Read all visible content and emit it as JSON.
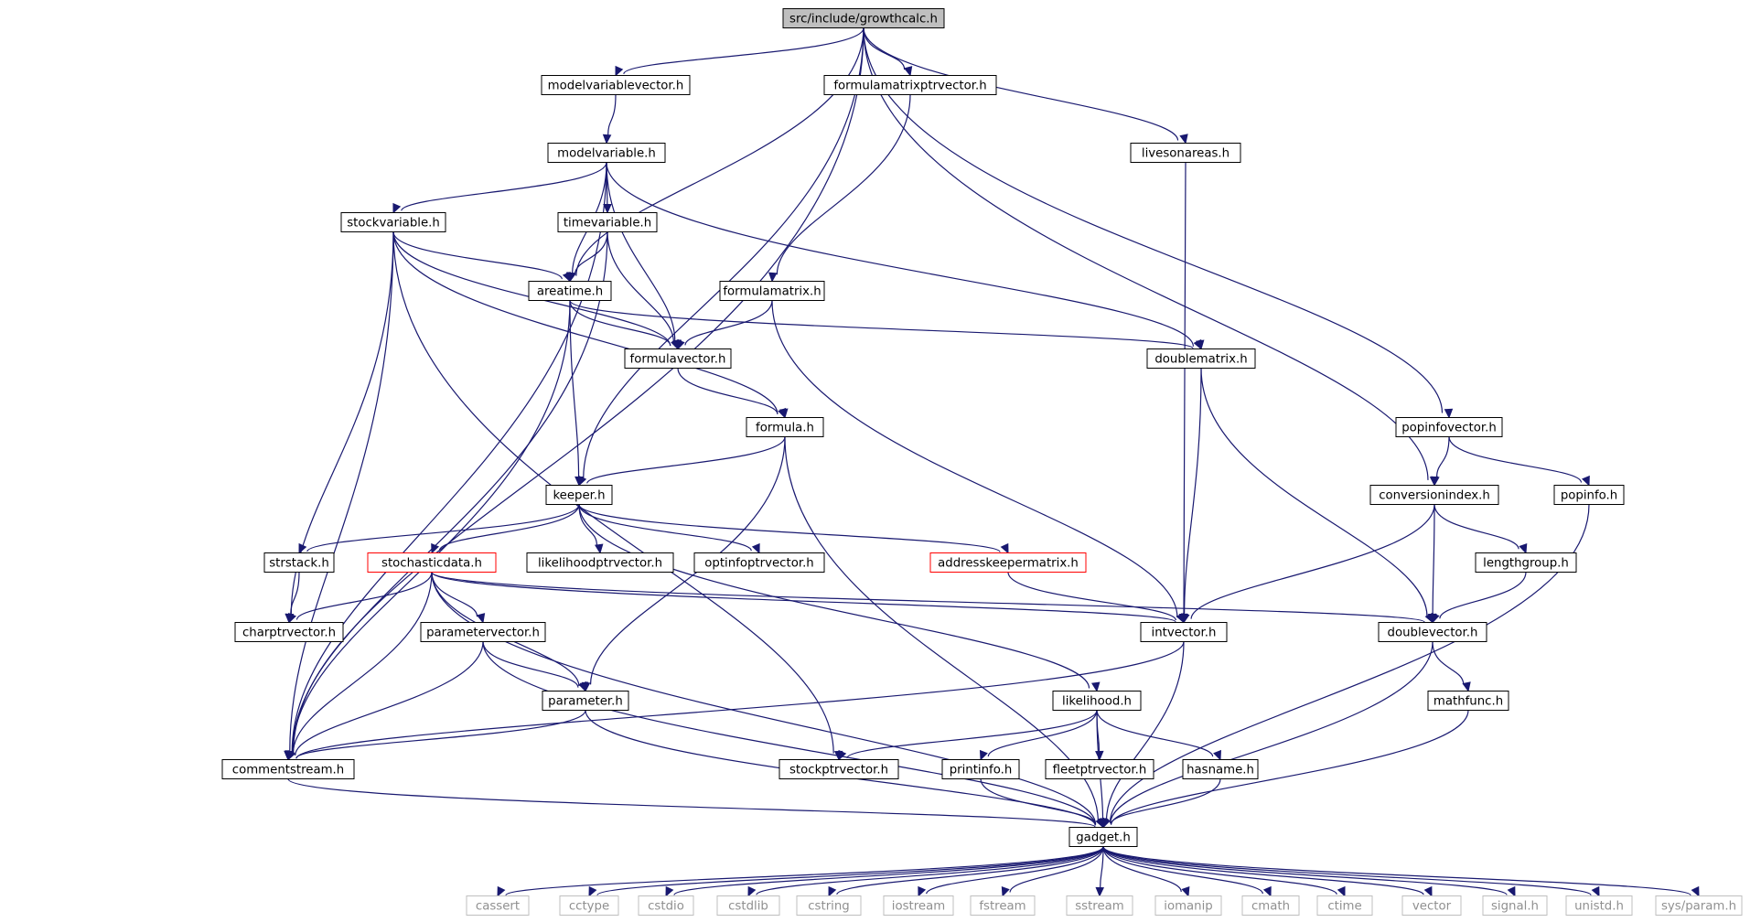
{
  "colors": {
    "edge": "#191970",
    "node_border": "#000000",
    "root_fill": "#bfbfbf",
    "truncated_border": "#ff0000",
    "system_border": "#bfbfbf",
    "system_text": "#909090"
  },
  "nodes": [
    {
      "id": "growthcalc",
      "label": "src/include/growthcalc.h",
      "kind": "root"
    },
    {
      "id": "modelvariablevector",
      "label": "modelvariablevector.h",
      "kind": "normal"
    },
    {
      "id": "formulamatrixptrvector",
      "label": "formulamatrixptrvector.h",
      "kind": "normal"
    },
    {
      "id": "livesonareas",
      "label": "livesonareas.h",
      "kind": "normal"
    },
    {
      "id": "modelvariable",
      "label": "modelvariable.h",
      "kind": "normal"
    },
    {
      "id": "stockvariable",
      "label": "stockvariable.h",
      "kind": "normal"
    },
    {
      "id": "timevariable",
      "label": "timevariable.h",
      "kind": "normal"
    },
    {
      "id": "areatime",
      "label": "areatime.h",
      "kind": "normal"
    },
    {
      "id": "formulamatrix",
      "label": "formulamatrix.h",
      "kind": "normal"
    },
    {
      "id": "formulavector",
      "label": "formulavector.h",
      "kind": "normal"
    },
    {
      "id": "doublematrix",
      "label": "doublematrix.h",
      "kind": "normal"
    },
    {
      "id": "formula",
      "label": "formula.h",
      "kind": "normal"
    },
    {
      "id": "popinfovector",
      "label": "popinfovector.h",
      "kind": "normal"
    },
    {
      "id": "keeper",
      "label": "keeper.h",
      "kind": "normal"
    },
    {
      "id": "conversionindex",
      "label": "conversionindex.h",
      "kind": "normal"
    },
    {
      "id": "popinfo",
      "label": "popinfo.h",
      "kind": "normal"
    },
    {
      "id": "strstack",
      "label": "strstack.h",
      "kind": "normal"
    },
    {
      "id": "stochasticdata",
      "label": "stochasticdata.h",
      "kind": "truncated"
    },
    {
      "id": "likelihoodptrvector",
      "label": "likelihoodptrvector.h",
      "kind": "normal"
    },
    {
      "id": "optinfoptrvector",
      "label": "optinfoptrvector.h",
      "kind": "normal"
    },
    {
      "id": "addresskeepermatrix",
      "label": "addresskeepermatrix.h",
      "kind": "truncated"
    },
    {
      "id": "lengthgroup",
      "label": "lengthgroup.h",
      "kind": "normal"
    },
    {
      "id": "charptrvector",
      "label": "charptrvector.h",
      "kind": "normal"
    },
    {
      "id": "parametervector",
      "label": "parametervector.h",
      "kind": "normal"
    },
    {
      "id": "intvector",
      "label": "intvector.h",
      "kind": "normal"
    },
    {
      "id": "doublevector",
      "label": "doublevector.h",
      "kind": "normal"
    },
    {
      "id": "parameter",
      "label": "parameter.h",
      "kind": "normal"
    },
    {
      "id": "likelihood",
      "label": "likelihood.h",
      "kind": "normal"
    },
    {
      "id": "mathfunc",
      "label": "mathfunc.h",
      "kind": "normal"
    },
    {
      "id": "commentstream",
      "label": "commentstream.h",
      "kind": "normal"
    },
    {
      "id": "stockptrvector",
      "label": "stockptrvector.h",
      "kind": "normal"
    },
    {
      "id": "printinfo",
      "label": "printinfo.h",
      "kind": "normal"
    },
    {
      "id": "fleetptrvector",
      "label": "fleetptrvector.h",
      "kind": "normal"
    },
    {
      "id": "hasname",
      "label": "hasname.h",
      "kind": "normal"
    },
    {
      "id": "gadget",
      "label": "gadget.h",
      "kind": "normal"
    },
    {
      "id": "cassert",
      "label": "cassert",
      "kind": "system"
    },
    {
      "id": "cctype",
      "label": "cctype",
      "kind": "system"
    },
    {
      "id": "cstdio",
      "label": "cstdio",
      "kind": "system"
    },
    {
      "id": "cstdlib",
      "label": "cstdlib",
      "kind": "system"
    },
    {
      "id": "cstring",
      "label": "cstring",
      "kind": "system"
    },
    {
      "id": "iostream",
      "label": "iostream",
      "kind": "system"
    },
    {
      "id": "fstream",
      "label": "fstream",
      "kind": "system"
    },
    {
      "id": "sstream",
      "label": "sstream",
      "kind": "system"
    },
    {
      "id": "iomanip",
      "label": "iomanip",
      "kind": "system"
    },
    {
      "id": "cmath",
      "label": "cmath",
      "kind": "system"
    },
    {
      "id": "ctime",
      "label": "ctime",
      "kind": "system"
    },
    {
      "id": "vector",
      "label": "vector",
      "kind": "system"
    },
    {
      "id": "signal",
      "label": "signal.h",
      "kind": "system"
    },
    {
      "id": "unistd",
      "label": "unistd.h",
      "kind": "system"
    },
    {
      "id": "sysparam",
      "label": "sys/param.h",
      "kind": "system"
    }
  ],
  "edges": [
    [
      "growthcalc",
      "modelvariablevector"
    ],
    [
      "growthcalc",
      "formulamatrixptrvector"
    ],
    [
      "growthcalc",
      "livesonareas"
    ],
    [
      "growthcalc",
      "areatime"
    ],
    [
      "growthcalc",
      "keeper"
    ],
    [
      "growthcalc",
      "commentstream"
    ],
    [
      "growthcalc",
      "conversionindex"
    ],
    [
      "growthcalc",
      "popinfovector"
    ],
    [
      "modelvariablevector",
      "modelvariable"
    ],
    [
      "formulamatrixptrvector",
      "formulamatrix"
    ],
    [
      "livesonareas",
      "intvector"
    ],
    [
      "modelvariable",
      "stockvariable"
    ],
    [
      "modelvariable",
      "timevariable"
    ],
    [
      "modelvariable",
      "areatime"
    ],
    [
      "modelvariable",
      "formulavector"
    ],
    [
      "modelvariable",
      "doublematrix"
    ],
    [
      "modelvariable",
      "commentstream"
    ],
    [
      "stockvariable",
      "areatime"
    ],
    [
      "stockvariable",
      "formulavector"
    ],
    [
      "stockvariable",
      "formula"
    ],
    [
      "stockvariable",
      "charptrvector"
    ],
    [
      "stockvariable",
      "commentstream"
    ],
    [
      "stockvariable",
      "stockptrvector"
    ],
    [
      "timevariable",
      "areatime"
    ],
    [
      "timevariable",
      "formulavector"
    ],
    [
      "timevariable",
      "commentstream"
    ],
    [
      "areatime",
      "formulavector"
    ],
    [
      "areatime",
      "keeper"
    ],
    [
      "areatime",
      "doublematrix"
    ],
    [
      "areatime",
      "commentstream"
    ],
    [
      "formulamatrix",
      "formulavector"
    ],
    [
      "formulamatrix",
      "intvector"
    ],
    [
      "formulavector",
      "formula"
    ],
    [
      "doublematrix",
      "intvector"
    ],
    [
      "doublematrix",
      "doublevector"
    ],
    [
      "formula",
      "keeper"
    ],
    [
      "formula",
      "parameter"
    ],
    [
      "formula",
      "gadget"
    ],
    [
      "popinfovector",
      "conversionindex"
    ],
    [
      "popinfovector",
      "popinfo"
    ],
    [
      "keeper",
      "strstack"
    ],
    [
      "keeper",
      "stochasticdata"
    ],
    [
      "keeper",
      "likelihoodptrvector"
    ],
    [
      "keeper",
      "optinfoptrvector"
    ],
    [
      "keeper",
      "addresskeepermatrix"
    ],
    [
      "keeper",
      "likelihood"
    ],
    [
      "conversionindex",
      "lengthgroup"
    ],
    [
      "conversionindex",
      "doublevector"
    ],
    [
      "conversionindex",
      "intvector"
    ],
    [
      "popinfo",
      "gadget"
    ],
    [
      "strstack",
      "charptrvector"
    ],
    [
      "stochasticdata",
      "charptrvector"
    ],
    [
      "stochasticdata",
      "parametervector"
    ],
    [
      "stochasticdata",
      "parameter"
    ],
    [
      "stochasticdata",
      "intvector"
    ],
    [
      "stochasticdata",
      "doublevector"
    ],
    [
      "stochasticdata",
      "commentstream"
    ],
    [
      "stochasticdata",
      "gadget"
    ],
    [
      "addresskeepermatrix",
      "intvector"
    ],
    [
      "lengthgroup",
      "doublevector"
    ],
    [
      "parametervector",
      "parameter"
    ],
    [
      "parametervector",
      "commentstream"
    ],
    [
      "parametervector",
      "gadget"
    ],
    [
      "intvector",
      "commentstream"
    ],
    [
      "intvector",
      "gadget"
    ],
    [
      "doublevector",
      "mathfunc"
    ],
    [
      "doublevector",
      "gadget"
    ],
    [
      "parameter",
      "commentstream"
    ],
    [
      "parameter",
      "gadget"
    ],
    [
      "likelihood",
      "stockptrvector"
    ],
    [
      "likelihood",
      "printinfo"
    ],
    [
      "likelihood",
      "fleetptrvector"
    ],
    [
      "likelihood",
      "hasname"
    ],
    [
      "likelihood",
      "gadget"
    ],
    [
      "mathfunc",
      "gadget"
    ],
    [
      "commentstream",
      "gadget"
    ],
    [
      "printinfo",
      "gadget"
    ],
    [
      "hasname",
      "gadget"
    ],
    [
      "gadget",
      "cassert"
    ],
    [
      "gadget",
      "cctype"
    ],
    [
      "gadget",
      "cstdio"
    ],
    [
      "gadget",
      "cstdlib"
    ],
    [
      "gadget",
      "cstring"
    ],
    [
      "gadget",
      "iostream"
    ],
    [
      "gadget",
      "fstream"
    ],
    [
      "gadget",
      "sstream"
    ],
    [
      "gadget",
      "iomanip"
    ],
    [
      "gadget",
      "cmath"
    ],
    [
      "gadget",
      "ctime"
    ],
    [
      "gadget",
      "vector"
    ],
    [
      "gadget",
      "signal"
    ],
    [
      "gadget",
      "unistd"
    ],
    [
      "gadget",
      "sysparam"
    ]
  ]
}
